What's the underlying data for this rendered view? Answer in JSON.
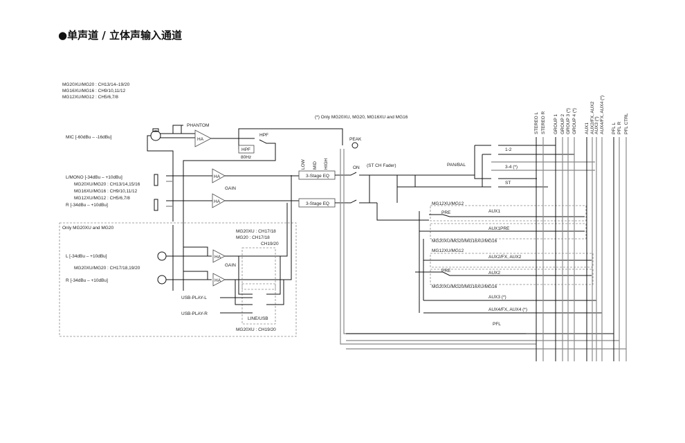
{
  "title": "●单声道 / 立体声输入通道",
  "note": "(*) Only MG20XU, MG20, MG16XU and MG16",
  "model_channels": [
    "MG20XU/MG20 : CH13/14–19/20",
    "MG16XU/MG16 : CH9/10,11/12",
    "MG12XU/MG12 : CH5/6,7/8"
  ],
  "inputs": {
    "mic": "MIC [-60dBu – -16dBu]",
    "phantom": "PHANTOM",
    "lmono": "L/MONO [-34dBu – +10dBu]",
    "lmono_models": [
      "MG20XU/MG20 : CH13/14,15/16",
      "MG16XU/MG16 : CH9/10,11/12",
      "MG12XU/MG12 : CH5/6,7/8"
    ],
    "r": "R [-34dBu – +10dBu]"
  },
  "only_box": {
    "label": "Only MG20XU and MG20",
    "l": "L [-34dBu – +10dBu]",
    "models": "MG20XU/MG20 : CH17/18,19/20",
    "r": "R [-34dBu – +10dBu]",
    "ch_a": "MG20XU : CH17/18",
    "ch_b": "MG20      : CH17/18",
    "ch_c": "CH19/20",
    "usb_l": "USB-PLAY-L",
    "usb_r": "USB-PLAY-R",
    "line_usb": "LINE/USB",
    "ch_d": "MG20XU : CH19/20"
  },
  "blocks": {
    "ha": "HA",
    "hpf": "HPF",
    "hpf_freq": "80Hz",
    "gain": "GAIN",
    "eq": "3-Stage EQ",
    "eq_bands": [
      "LOW",
      "MID",
      "HIGH"
    ],
    "peak": "PEAK",
    "on": "ON",
    "fader": "(ST CH Fader)",
    "pan": "PAN/BAL",
    "pre": "PRE",
    "pfl": "PFL"
  },
  "routing": {
    "sw_12": "1-2",
    "sw_34": "3-4 (*)",
    "sw_st": "ST",
    "mg12_a": "MG12XU/MG12",
    "aux1": "AUX1",
    "aux1pre": "AUX1PRE",
    "mg20_a": "MG20XU/MG20/MG16XU/MG16",
    "mg12_b": "MG12XU/MG12",
    "aux2fx": "AUX2/FX, AUX2",
    "aux2": "AUX2",
    "mg20_b": "MG20XU/MG20/MG16XU/MG16",
    "aux3": "AUX3 (*)",
    "aux4": "AUX4/FX, AUX4 (*)"
  },
  "buses": [
    "STEREO L",
    "STEREO R",
    "GROUP 1",
    "GROUP 2",
    "GROUP 3 (*)",
    "GROUP 4 (*)",
    "AUX1",
    "AUX2/FX, AUX2",
    "AUX3 (*)",
    "AUX4/FX, AUX4 (*)",
    "PFL L",
    "PFL R",
    "PFL CTRL"
  ]
}
